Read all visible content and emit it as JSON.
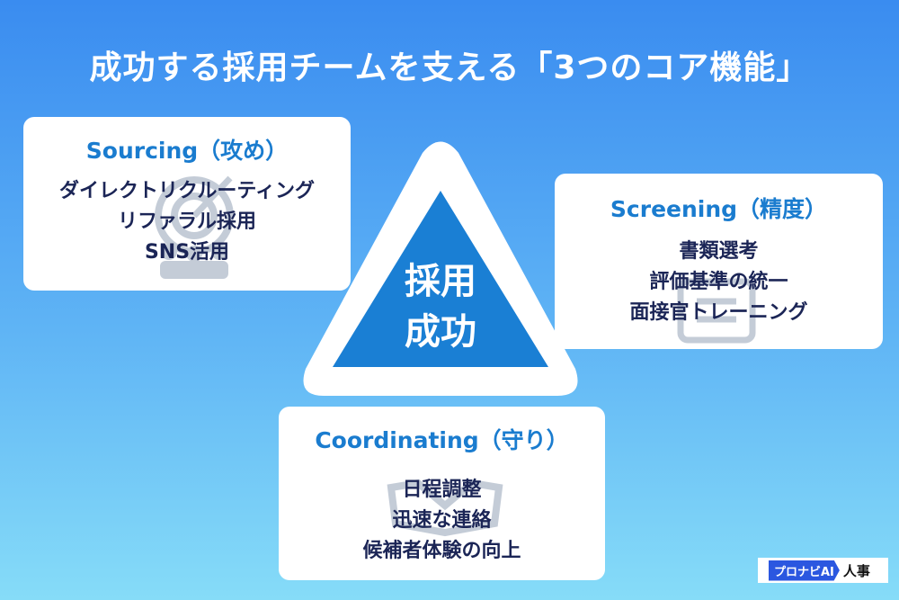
{
  "title": "成功する採用チームを支える「3つのコア機能」",
  "center": {
    "line1": "採用",
    "line2": "成功",
    "color": "#1a7fd4"
  },
  "cards": [
    {
      "heading": "Sourcing（攻め）",
      "icon": "target-people-icon",
      "items": [
        "ダイレクトリクルーティング",
        "リファラル採用",
        "SNS活用"
      ]
    },
    {
      "heading": "Screening（精度）",
      "icon": "checklist-icon",
      "items": [
        "書類選考",
        "評価基準の統一",
        "面接官トレーニング"
      ]
    },
    {
      "heading": "Coordinating（守り）",
      "icon": "handshake-icon",
      "items": [
        "日程調整",
        "迅速な連絡",
        "候補者体験の向上"
      ]
    }
  ],
  "logo": {
    "brand": "プロナビAI",
    "suffix": "人事"
  }
}
